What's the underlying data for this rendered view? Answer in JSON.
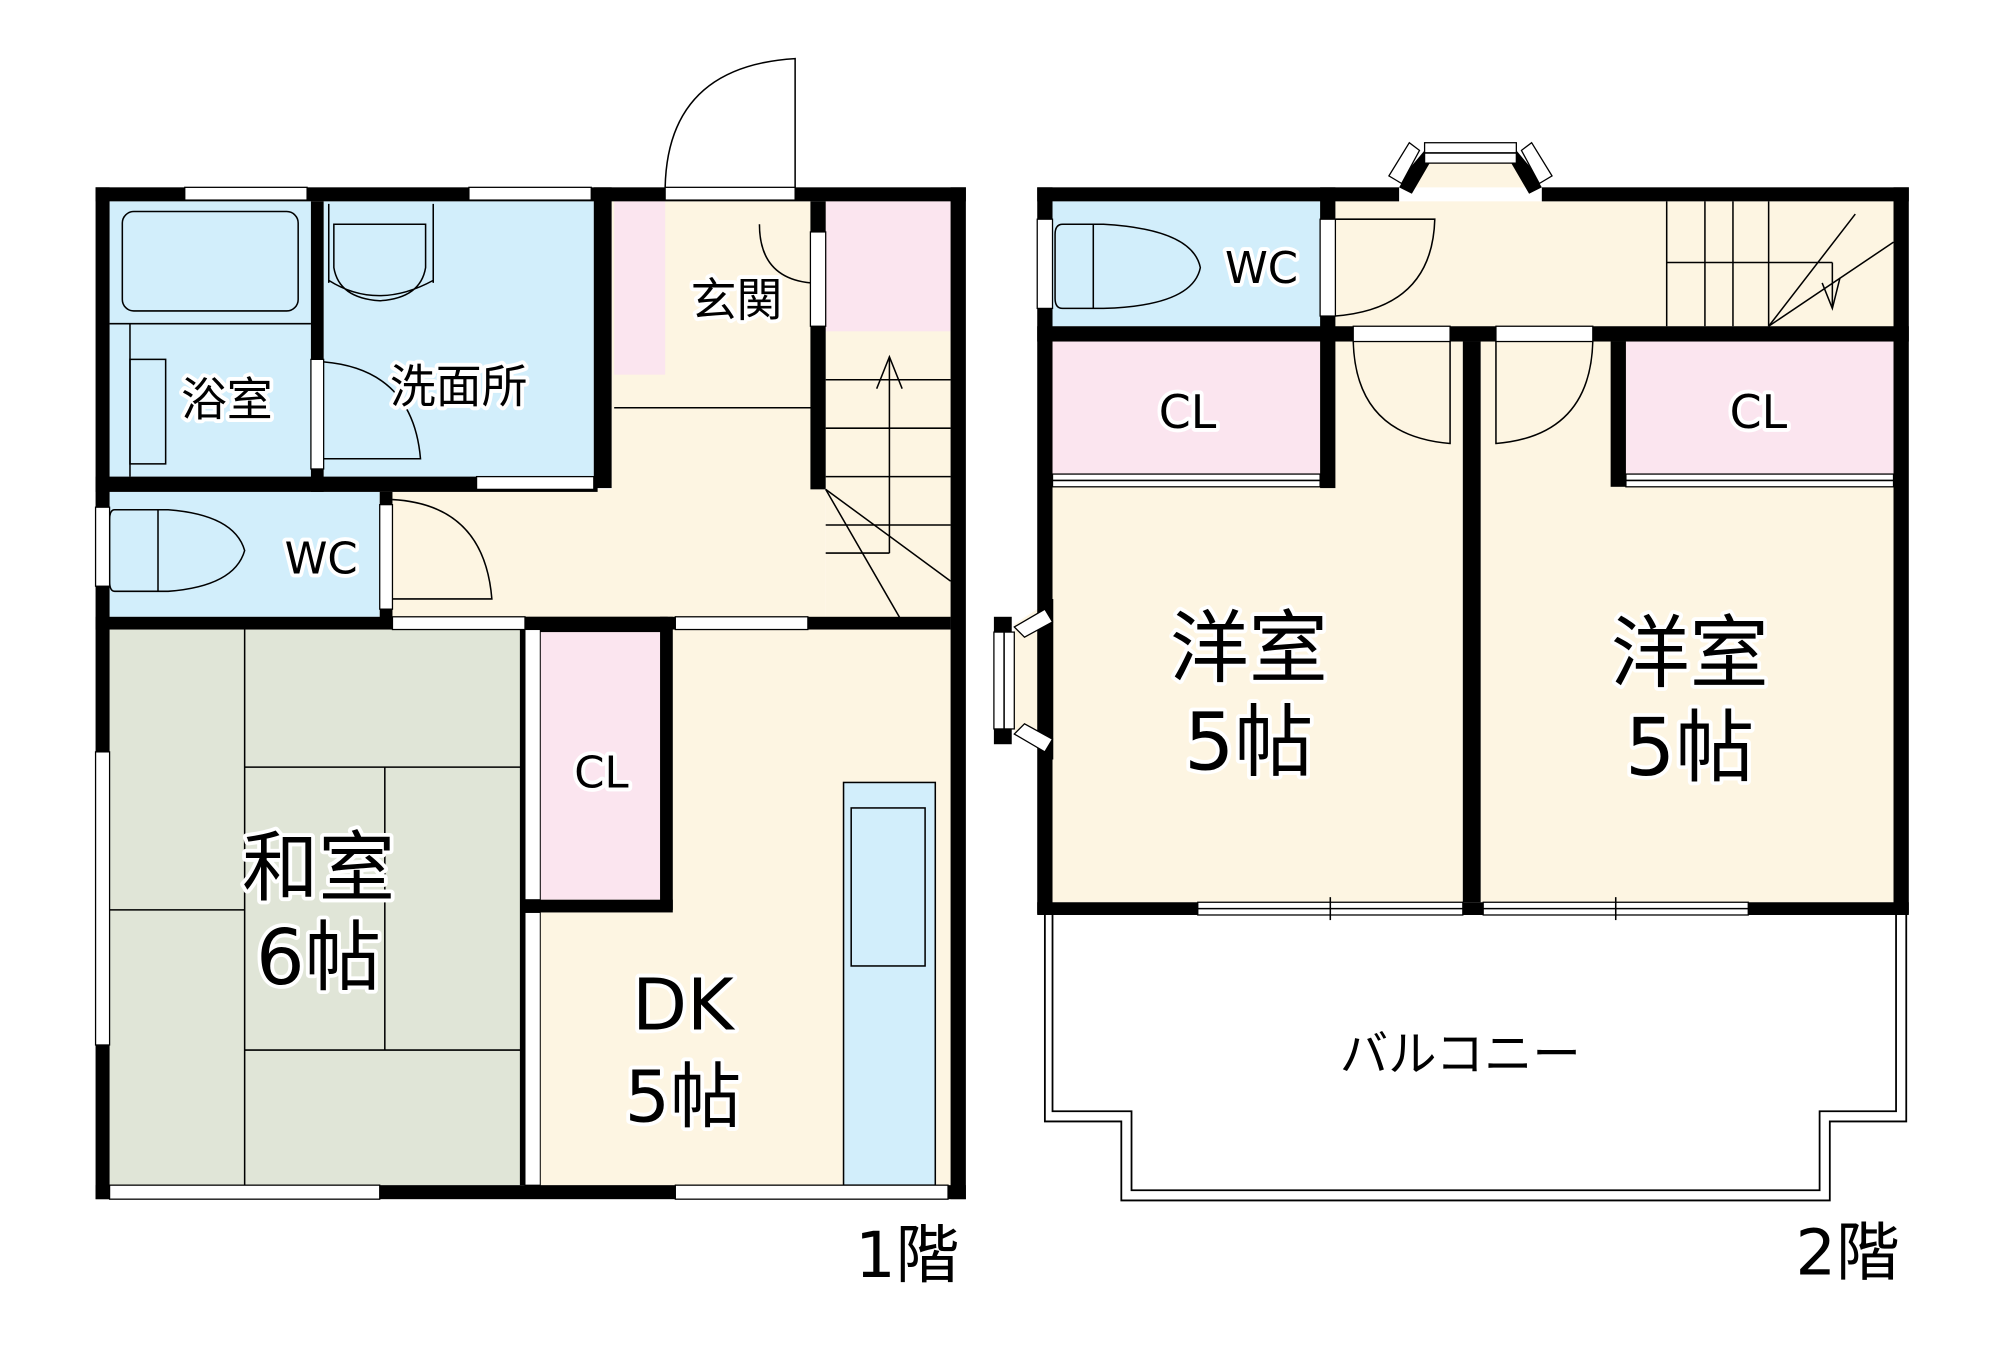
{
  "colors": {
    "wet_area": "#d2eefb",
    "living": "#fdf5e2",
    "closet": "#fbe5ef",
    "tatami": "#e0e5d7",
    "wall": "#000000",
    "background": "#ffffff"
  },
  "floor1": {
    "label": "1階",
    "rooms": {
      "bath": "浴室",
      "washroom": "洗面所",
      "entrance": "玄関",
      "wc": "WC",
      "closet": "CL",
      "washitsu_name": "和室",
      "washitsu_size": "6帖",
      "dk_name": "DK",
      "dk_size": "5帖"
    }
  },
  "floor2": {
    "label": "2階",
    "rooms": {
      "wc": "WC",
      "closet_left": "CL",
      "closet_right": "CL",
      "western_left_name": "洋室",
      "western_left_size": "5帖",
      "western_right_name": "洋室",
      "western_right_size": "5帖",
      "balcony": "バルコニー"
    }
  }
}
